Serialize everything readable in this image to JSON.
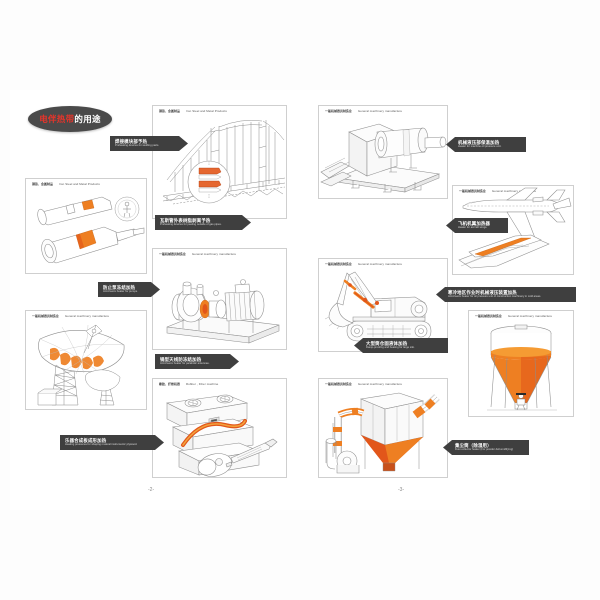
{
  "document": {
    "title_red": "电伴热带",
    "title_dark": "的用途",
    "page_left_number": "-2-",
    "page_right_number": "-3-"
  },
  "panels": {
    "bridge": {
      "label_cn": "钢铁、金属制品",
      "label_en": "Iron Steel and Metal Products"
    },
    "pipes": {
      "label_cn": "钢铁、金属制品",
      "label_en": "Iron Steel and Metal Products"
    },
    "pump": {
      "label_cn": "一般机械器具制造业",
      "label_en": "General machinery manufacture"
    },
    "antenna": {
      "label_cn": "一般机械器具制造业",
      "label_en": "General machinery manufacture"
    },
    "guitar": {
      "label_cn": "橡胶、纤维机器",
      "label_en": "Rubber , Fiber machine"
    },
    "hydraulic": {
      "label_cn": "一般机械器具制造业",
      "label_en": "General machinery manufacture"
    },
    "aircraft": {
      "label_cn": "一般机械器具制造业",
      "label_en": "General machinery manufacture"
    },
    "excavator": {
      "label_cn": "一般机械器具制造业",
      "label_en": "General machinery manufacture"
    },
    "silo": {
      "label_cn": "一般机械器具制造业",
      "label_en": "General machinery manufacture"
    },
    "dustcollector": {
      "label_cn": "一般机械器具制造业",
      "label_en": "General machinery manufacture"
    }
  },
  "captions": [
    {
      "id": "welding-parts",
      "cn": "焊接模块部予热",
      "en": "Preheating devices for welding parts."
    },
    {
      "id": "gas-pipes",
      "cn": "瓦斯管外表树脂剥离予热",
      "en": "Preheating devices for peeling outside of gas pipes."
    },
    {
      "id": "pumps-antifreeze",
      "cn": "防止泵冻结加热",
      "en": "Anti-freeze heater for pumps."
    },
    {
      "id": "parabolic-antenna",
      "cn": "锅型天线防冻结加热",
      "en": "Anti-freeze heater for parabolic antennas."
    },
    {
      "id": "musical-instruments",
      "cn": "乐器合成板成形加热",
      "en": "Heating pressures for shaping musical instruments' plywood."
    },
    {
      "id": "machine-oil",
      "cn": "机械液压部保温加热",
      "en": "Heater for machine oil pressure unit."
    },
    {
      "id": "aircraft-wings",
      "cn": "飞机机翼加热器",
      "en": "Heater for aircraft wings."
    },
    {
      "id": "cold-areas",
      "cn": "寒冷地区作业时机械液压装置加热",
      "en": "Anti-freeze heater for oil pressure unit of construction machinery in cold areas."
    },
    {
      "id": "large-silo",
      "cn": "大型筒仓固液体加热",
      "en": "Damp-proofing and heating for large silo."
    },
    {
      "id": "dust-collector",
      "cn": "集尘筒（除湿用）",
      "en": "Dust collector heater (For powder dehumidifying)"
    }
  ],
  "colors": {
    "accent_orange": "#ee7f22",
    "accent_orange_deep": "#e2561a",
    "title_red": "#e8342a",
    "banner_dark": "#3f3f3f",
    "line_gray": "#9b9b9b",
    "panel_border": "#cfcfcf"
  }
}
